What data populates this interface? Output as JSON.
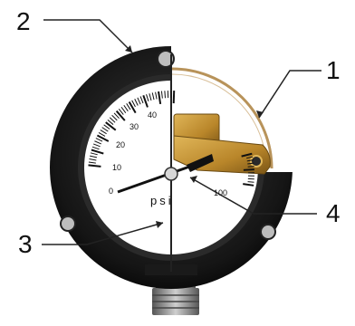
{
  "callouts": [
    {
      "label": "1",
      "part": "bourdon-tube"
    },
    {
      "label": "2",
      "part": "case"
    },
    {
      "label": "3",
      "part": "dial-face"
    },
    {
      "label": "4",
      "part": "pointer-pivot"
    }
  ],
  "dial": {
    "unit": "psi",
    "tick_labels": [
      "0",
      "10",
      "20",
      "30",
      "40",
      "100"
    ]
  },
  "colors": {
    "case": "#1a1a1a",
    "tube": "#b8935a",
    "movement": "#c9962e",
    "stem": "#8a8a8a"
  }
}
